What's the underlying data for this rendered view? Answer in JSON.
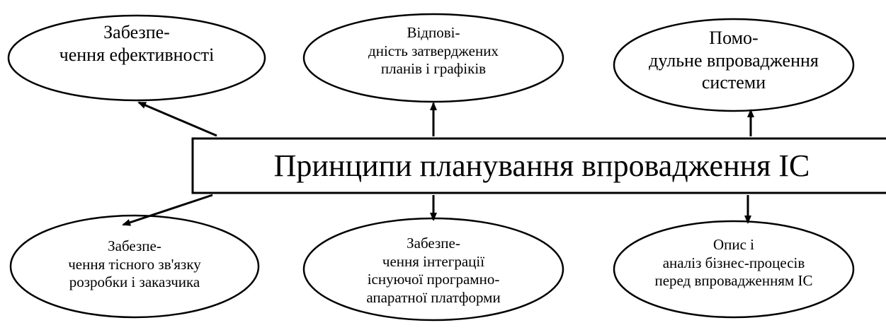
{
  "center": {
    "label": "Принципи планування впровадження ІС"
  },
  "top_nodes": [
    {
      "lines": [
        "Забезпе-",
        "чення ефективності"
      ]
    },
    {
      "lines": [
        "Відпові-",
        "дність затверджених",
        "планів і графіків"
      ]
    },
    {
      "lines": [
        "Помо-",
        "дульне впровадження",
        "системи"
      ]
    }
  ],
  "bottom_nodes": [
    {
      "lines": [
        "Забезпе-",
        "чення тісного зв'язку",
        "розробки і заказчика"
      ]
    },
    {
      "lines": [
        "Забезпе-",
        "чення інтеграції",
        "існуючої програмно-",
        "апаратної платформи"
      ]
    },
    {
      "lines": [
        "Опис і",
        "аналіз бізнес-процесів",
        "перед впровадженням ІС"
      ]
    }
  ]
}
